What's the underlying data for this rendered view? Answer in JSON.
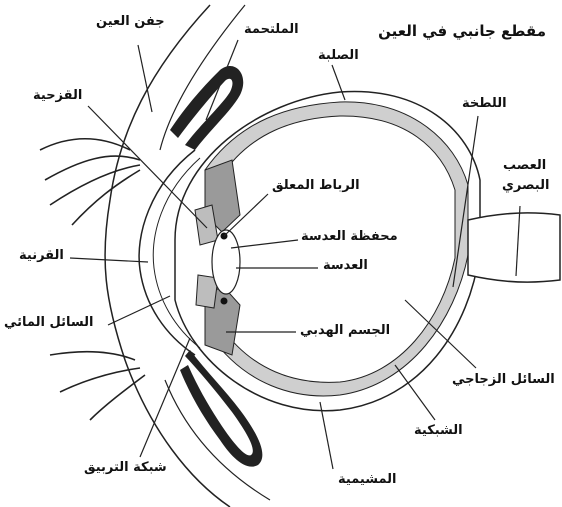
{
  "title": "مقطع جانبي في العين",
  "labels": {
    "eyelid": "جفن العين",
    "conjunctiva": "الملتحمة",
    "sclera": "الصلبة",
    "iris": "القزحية",
    "blind_spot": "اللطخة",
    "optic_nerve_line1": "العصب",
    "optic_nerve_line2": "البصري",
    "suspensory_ligament": "الرباط المعلق",
    "lens_capsule": "محفظة العدسة",
    "cornea": "القرنية",
    "lens": "العدسة",
    "aqueous_humor": "السائل المائي",
    "ciliary_body": "الجسم الهدبي",
    "vitreous_humor": "السائل الزجاجي",
    "retina": "الشبكية",
    "choroid": "المشيمية",
    "trabecular_meshwork": "شبكة التربيق"
  },
  "colors": {
    "outline": "#222222",
    "layer_fill": "#cfcfcf",
    "ciliary_fill": "#9a9a9a",
    "eyelid_fill": "#222222",
    "background": "#ffffff"
  }
}
